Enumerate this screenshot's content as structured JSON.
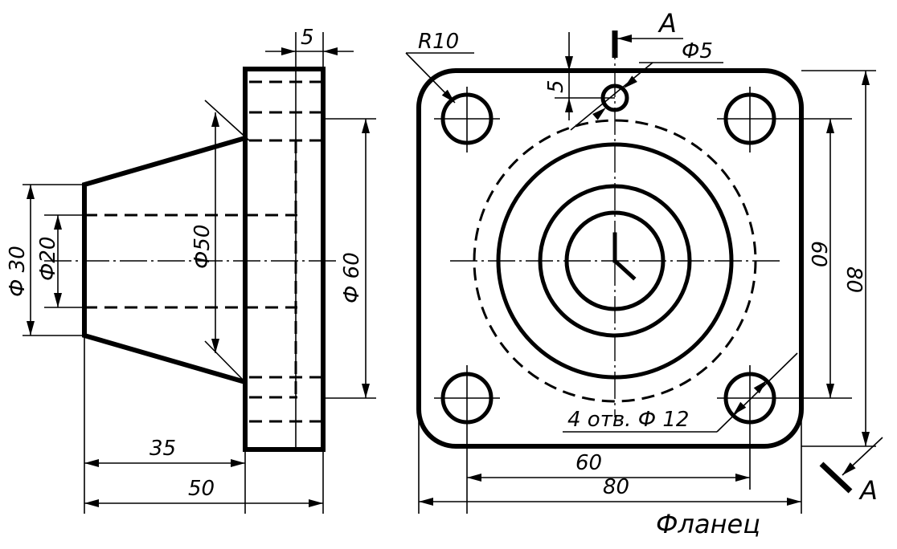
{
  "side_view": {
    "dim_length_neck": "35",
    "dim_length_total": "50",
    "dim_flange_thickness": "5",
    "dim_dia_30": "Ф 30",
    "dim_dia_20": "Ф20",
    "dim_dia_50": "Ф50",
    "dim_dia_60": "Ф 60"
  },
  "front_view": {
    "dim_radius": "R10",
    "dim_small_hole": "Ф5",
    "dim_hole_offset": "5",
    "dim_holes_note": "4 отв. Ф 12",
    "dim_hole_spacing_h": "60",
    "dim_width_h": "80",
    "dim_hole_spacing_v": "60",
    "dim_width_v": "80",
    "section_top": "A",
    "section_bottom": "A"
  },
  "title": "Фланец"
}
